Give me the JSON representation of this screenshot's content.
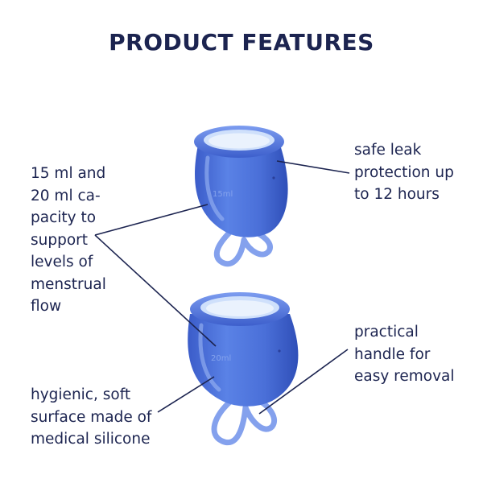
{
  "title": "PRODUCT FEATURES",
  "features": {
    "capacity": "15 ml and\n20 ml ca-\npacity to\nsupport\nlevels of\nmenstrual\nflow",
    "leak": "safe leak\nprotection up\nto 12 hours",
    "handle": "practical\nhandle for\neasy removal",
    "surface": "hygienic, soft\nsurface made of\nmedical silicone"
  },
  "cups": {
    "small": {
      "marking": "15ml"
    },
    "large": {
      "marking": "20ml"
    }
  },
  "colors": {
    "text": "#1c2450",
    "cup_fill": "#4a6fd8",
    "cup_dark": "#2f4fb8",
    "cup_light": "#8fb0f5"
  }
}
